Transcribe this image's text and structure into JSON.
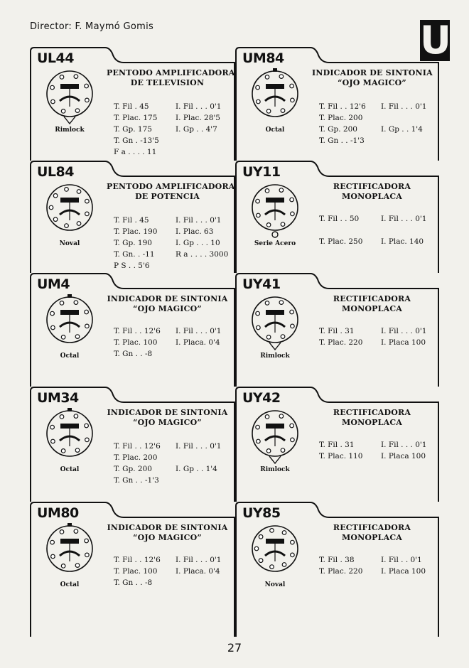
{
  "header": {
    "director": "Director: F. Maymó Gomis",
    "section_letter": "U"
  },
  "page_number": "27",
  "panels": [
    {
      "code": "UL44",
      "title": [
        "PENTODO AMPLIFICADORA",
        "DE TELEVISION"
      ],
      "base": "Rimlock",
      "specs": [
        [
          "T. Fil . 45",
          "I. Fil . . . 0'1"
        ],
        [
          "T. Plac. 175",
          "I. Plac. 28'5"
        ],
        [
          "T. Gp. 175",
          "I. Gp . . 4'7"
        ],
        [
          "T. Gn . -13'5",
          ""
        ],
        [
          "F a . . . . 11",
          ""
        ]
      ]
    },
    {
      "code": "UM84",
      "title": [
        "INDICADOR DE SINTONIA",
        "“OJO MAGICO”"
      ],
      "base": "Octal",
      "specs": [
        [
          "T. Fil . . 12'6",
          "I. Fil . . . 0'1"
        ],
        [
          "T. Plac. 200",
          ""
        ],
        [
          "T. Gp. 200",
          "I. Gp . . 1'4"
        ],
        [
          "T. Gn . . -1'3",
          ""
        ]
      ]
    },
    {
      "code": "UL84",
      "title": [
        "PENTODO AMPLIFICADORA",
        "DE POTENCIA"
      ],
      "base": "Noval",
      "specs": [
        [
          "T. Fil . 45",
          "I. Fil . . . 0'1"
        ],
        [
          "T. Plac. 190",
          "I. Plac. 63"
        ],
        [
          "T. Gp. 190",
          "I. Gp . . . 10"
        ],
        [
          "T. Gn. . -11",
          "R a . . . . 3000"
        ],
        [
          "P S . . 5'6",
          ""
        ]
      ]
    },
    {
      "code": "UY11",
      "title": [
        "RECTIFICADORA",
        "MONOPLACA"
      ],
      "base": "Serie Acero",
      "specs": [
        [
          "T. Fil . . 50",
          "I. Fil . . . 0'1"
        ],
        [
          "",
          ""
        ],
        [
          "T. Plac. 250",
          "I. Plac. 140"
        ]
      ]
    },
    {
      "code": "UM4",
      "title": [
        "INDICADOR DE SINTONIA",
        "“OJO MAGICO”"
      ],
      "base": "Octal",
      "specs": [
        [
          "T. Fil . . 12'6",
          "I. Fil . . . 0'1"
        ],
        [
          "T. Plac. 100",
          "I. Placa. 0'4"
        ],
        [
          "T. Gn . . -8",
          ""
        ]
      ]
    },
    {
      "code": "UY41",
      "title": [
        "RECTIFICADORA",
        "MONOPLACA"
      ],
      "base": "Rimlock",
      "specs": [
        [
          "T. Fil . 31",
          "I. Fil . . . 0'1"
        ],
        [
          "T. Plac. 220",
          "I. Placa 100"
        ]
      ]
    },
    {
      "code": "UM34",
      "title": [
        "INDICADOR DE SINTONIA",
        "“OJO MAGICO”"
      ],
      "base": "Octal",
      "specs": [
        [
          "T. Fil . . 12'6",
          "I. Fil . . . 0'1"
        ],
        [
          "T. Plac. 200",
          ""
        ],
        [
          "T. Gp. 200",
          "I. Gp . . 1'4"
        ],
        [
          "T. Gn . . -1'3",
          ""
        ]
      ]
    },
    {
      "code": "UY42",
      "title": [
        "RECTIFICADORA",
        "MONOPLACA"
      ],
      "base": "Rimlock",
      "specs": [
        [
          "T. Fil . 31",
          "I. Fil . . . 0'1"
        ],
        [
          "T. Plac. 110",
          "I. Placa 100"
        ]
      ]
    },
    {
      "code": "UM80",
      "title": [
        "INDICADOR DE SINTONIA",
        "“OJO MAGICO”"
      ],
      "base": "Octal",
      "specs": [
        [
          "T. Fil . . 12'6",
          "I. Fil . . . 0'1"
        ],
        [
          "T. Plac. 100",
          "I. Placa. 0'4"
        ],
        [
          "T. Gn . . -8",
          ""
        ]
      ]
    },
    {
      "code": "UY85",
      "title": [
        "RECTIFICADORA",
        "MONOPLACA"
      ],
      "base": "Noval",
      "specs": [
        [
          "T. Fil . 38",
          "I. Fil . . 0'1"
        ],
        [
          "T. Plac. 220",
          "I. Placa 100"
        ]
      ]
    }
  ]
}
